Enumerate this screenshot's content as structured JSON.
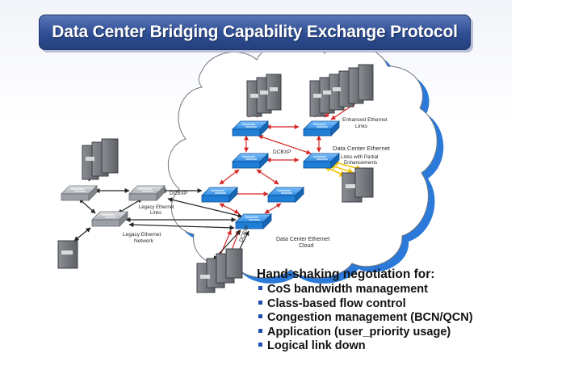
{
  "title": "Data Center Bridging Capability Exchange Protocol",
  "labels": {
    "enhanced_links": [
      "Enhanced Ethernet",
      "Links"
    ],
    "dcbx_top": "DCBXP",
    "dc_ethernet": "Data Center Ethernet",
    "links_partial": [
      "Links with Partial",
      "Enhancements"
    ],
    "dcbx_left": "DCBXP",
    "legacy_links": [
      "Legacy Ethernet",
      "Links"
    ],
    "legacy_network": [
      "Legacy Ethernet",
      "Network"
    ],
    "dcbx_bottom": "DCBXP",
    "dc_cloud": [
      "Data Center Ethernet",
      "Cloud"
    ]
  },
  "negotiation": {
    "heading": "Hand-shaking negotiation for:",
    "items": [
      "CoS bandwidth management",
      "Class-based flow control",
      "Congestion management (BCN/QCN)",
      "Application (user_priority usage)",
      "Logical link down"
    ]
  },
  "colors": {
    "title_bar": "#2e4d93",
    "cloud_outline": "#2b79d8",
    "dc_switch": "#1f7fd6",
    "legacy_switch": "#9aa0a6",
    "enhanced_link": "#d62828",
    "partial_link": "#f2c200",
    "legacy_link": "#222222"
  }
}
